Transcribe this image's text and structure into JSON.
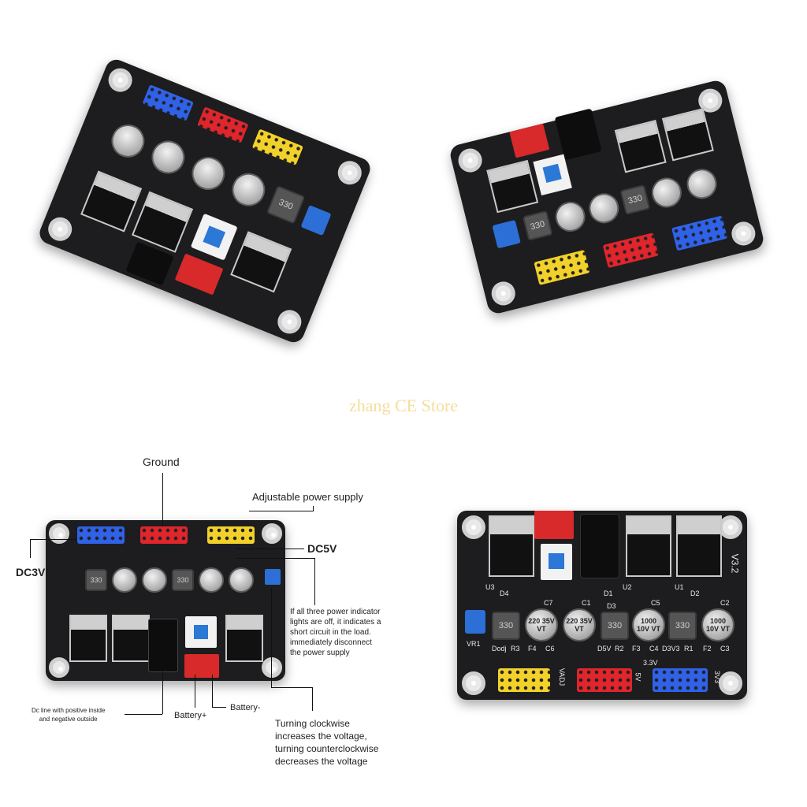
{
  "watermark": "zhang CE Store",
  "colors": {
    "pcb": "#1d1d1f",
    "header_blue": "#2f62e8",
    "header_red": "#e0252c",
    "header_yellow": "#f2d12a",
    "terminal_red": "#d82a2a",
    "trimpot_blue": "#2c6fd6"
  },
  "callouts": {
    "ground": "Ground",
    "adjustable": "Adjustable power supply",
    "dc5v": "DC5V",
    "dc3v": "DC3V",
    "indicator_note": [
      "If all three power indicator",
      "lights are off, it indicates a",
      "short circuit in the load.",
      "immediately disconnect",
      "the power supply"
    ],
    "dc_line_note": [
      "Dc line with positive inside",
      "and negative outside"
    ],
    "battery_plus": "Battery+",
    "battery_minus": "Battery-",
    "trimmer_note": [
      "Turning clockwise",
      "increases the voltage,",
      "turning counterclockwise",
      "decreases the voltage"
    ]
  },
  "board_silkscreen": {
    "version": "V3.2",
    "cap_220": "220 35V VT",
    "cap_1000": "1000 10V VT",
    "inductor": "330",
    "labels": [
      "D4",
      "U3",
      "D1",
      "U2",
      "U1",
      "D2",
      "C7",
      "C1",
      "D3",
      "C5",
      "C2",
      "Dodj",
      "R3",
      "F4",
      "C6",
      "D5V",
      "R2",
      "F3",
      "C4",
      "D3V3",
      "R1",
      "F2",
      "C3",
      "VR1",
      "VADJ",
      "5V",
      "3.3V",
      "3V3"
    ]
  },
  "icons": [
    "power-module-board",
    "jack-icon",
    "push-button-icon",
    "screw-terminal-icon",
    "trimpot-icon"
  ]
}
